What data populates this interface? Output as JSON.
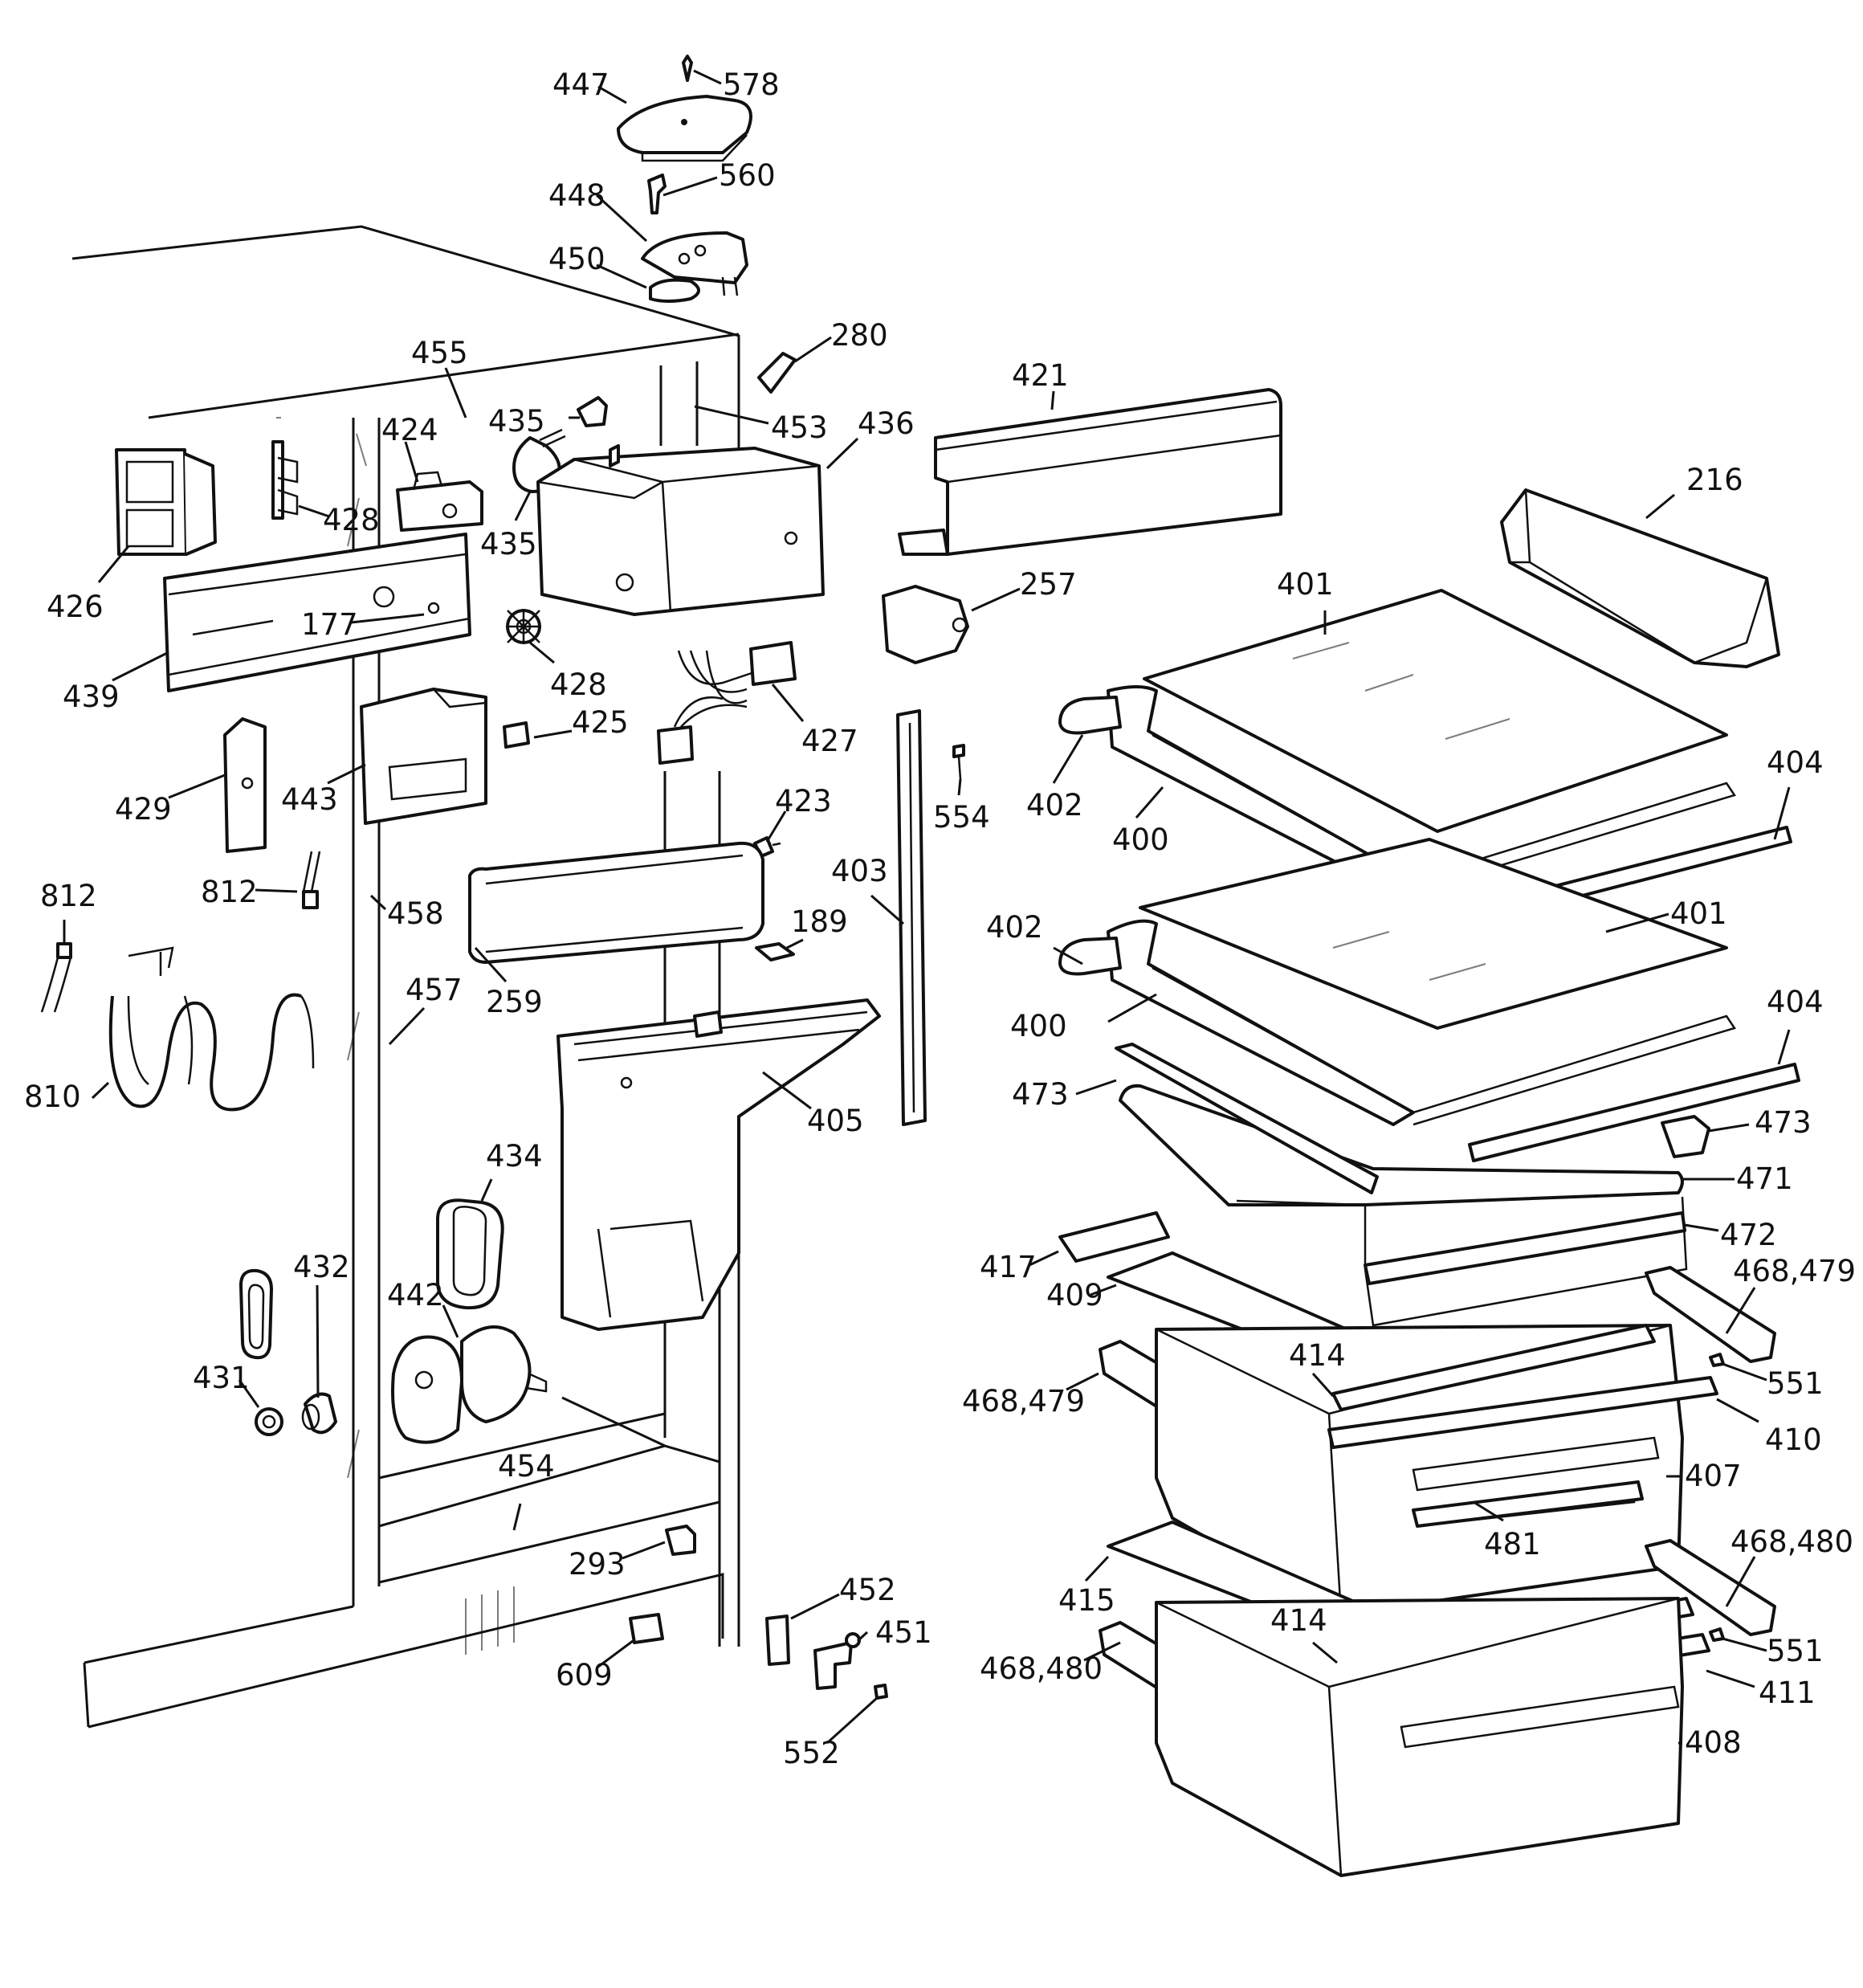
{
  "labels": [
    "447",
    "578",
    "560",
    "448",
    "450",
    "280",
    "455",
    "421",
    "435",
    "453",
    "436",
    "424",
    "428",
    "435",
    "216",
    "426",
    "257",
    "177",
    "401",
    "439",
    "428",
    "425",
    "427",
    "402",
    "429",
    "443",
    "423",
    "554",
    "400",
    "404",
    "812",
    "812",
    "458",
    "403",
    "189",
    "402",
    "401",
    "259",
    "457",
    "400",
    "404",
    "810",
    "473",
    "405",
    "473",
    "471",
    "434",
    "472",
    "432",
    "442",
    "417",
    "409",
    "468,479",
    "431",
    "414",
    "468,479",
    "551",
    "410",
    "454",
    "407",
    "481",
    "468,480",
    "293",
    "415",
    "452",
    "414",
    "451",
    "551",
    "609",
    "468,480",
    "411",
    "552",
    "408"
  ]
}
